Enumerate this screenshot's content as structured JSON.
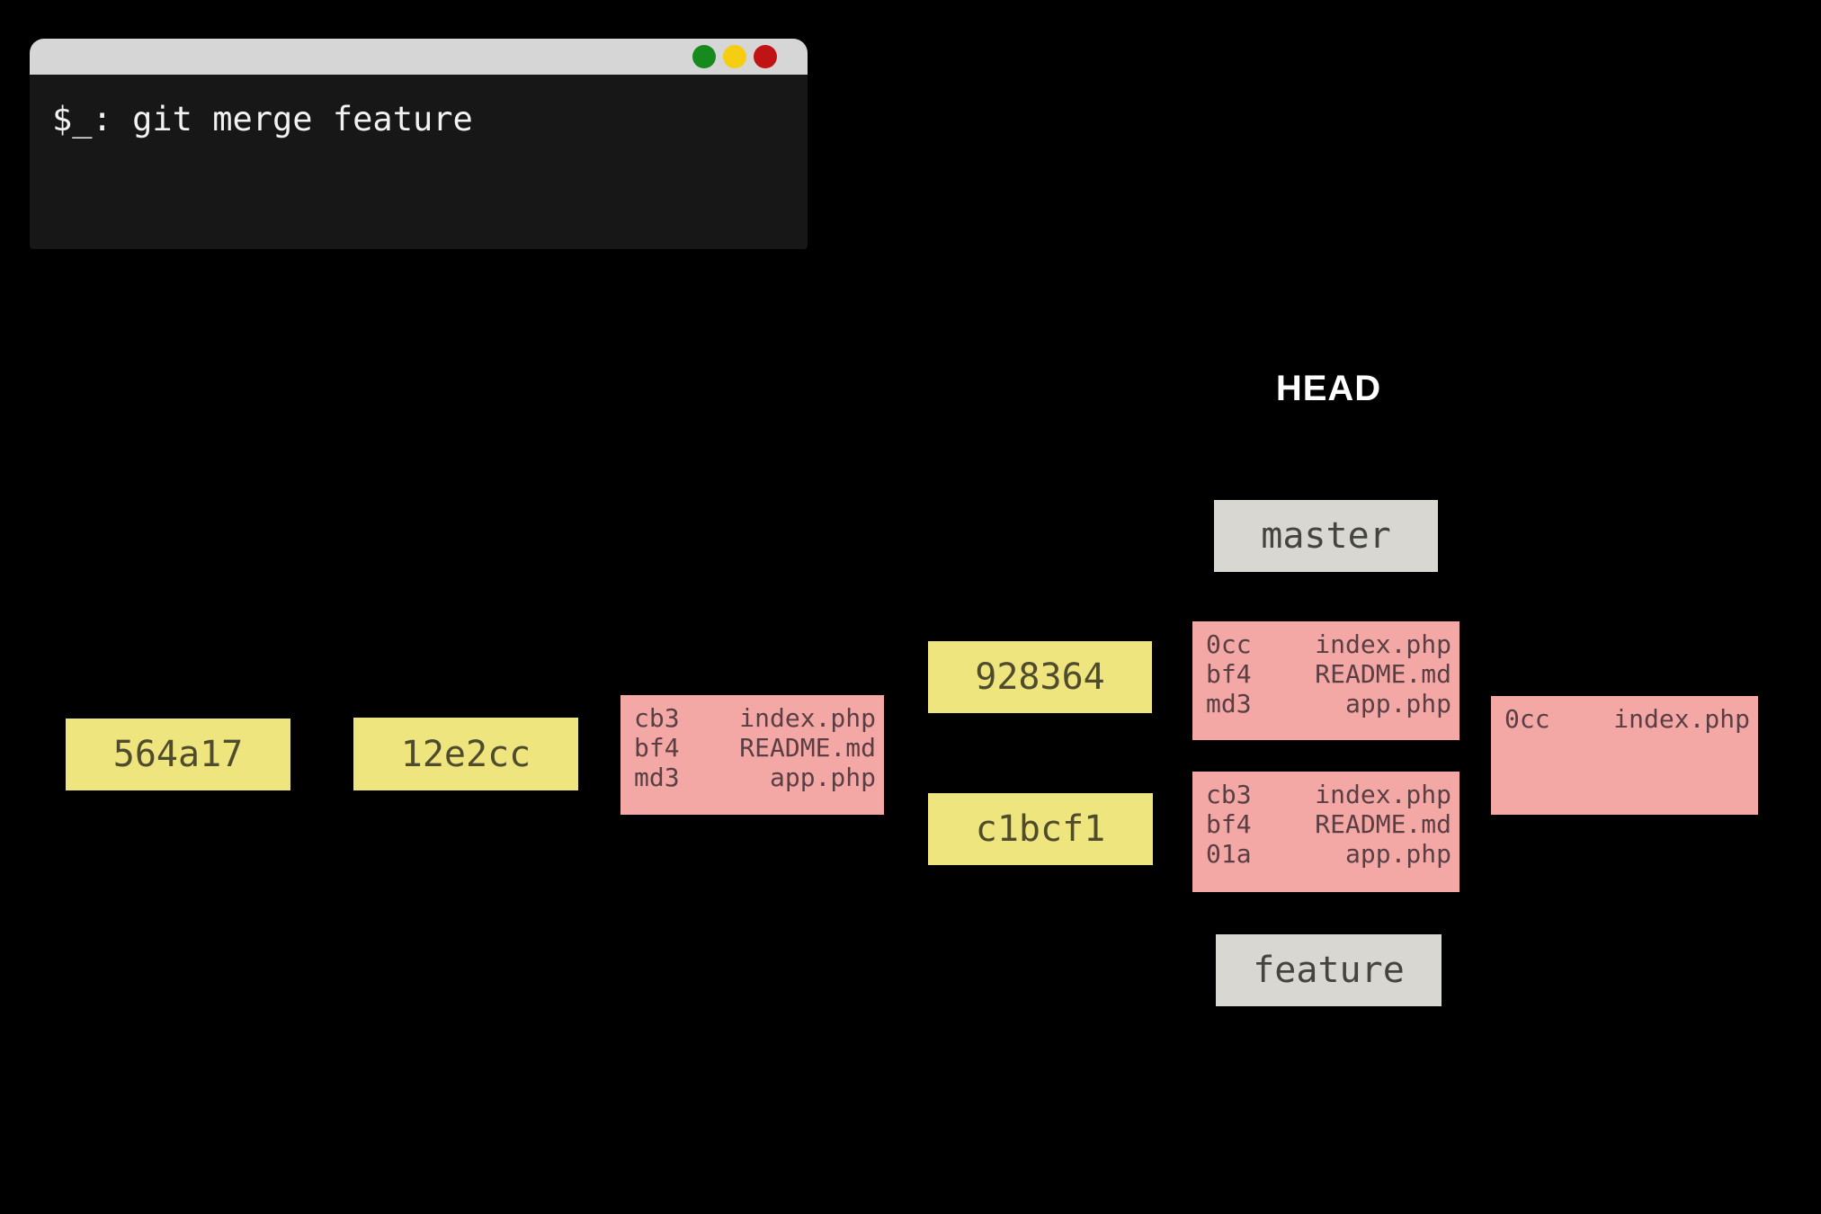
{
  "terminal": {
    "command": "$_: git merge feature",
    "traffic_lights": [
      "green-light",
      "yellow-light",
      "red-light"
    ],
    "colors": {
      "green": "#168a1c",
      "yellow": "#f5cd13",
      "red": "#c01414",
      "titlebar": "#d6d6d6",
      "body": "#171717"
    }
  },
  "labels": {
    "head": "HEAD"
  },
  "branches": {
    "master": "master",
    "feature": "feature"
  },
  "commits": [
    {
      "hash": "564a17"
    },
    {
      "hash": "12e2cc"
    },
    {
      "hash": "928364"
    },
    {
      "hash": "c1bcf1"
    }
  ],
  "trees": {
    "base": {
      "rows": [
        {
          "hash": "cb3",
          "file": "index.php"
        },
        {
          "hash": "bf4",
          "file": "README.md"
        },
        {
          "hash": "md3",
          "file": "app.php"
        }
      ]
    },
    "master": {
      "rows": [
        {
          "hash": "0cc",
          "file": "index.php"
        },
        {
          "hash": "bf4",
          "file": "README.md"
        },
        {
          "hash": "md3",
          "file": "app.php"
        }
      ]
    },
    "feature": {
      "rows": [
        {
          "hash": "cb3",
          "file": "index.php"
        },
        {
          "hash": "bf4",
          "file": "README.md"
        },
        {
          "hash": "01a",
          "file": "app.php"
        }
      ]
    },
    "merge": {
      "rows": [
        {
          "hash": "0cc",
          "file": "index.php"
        }
      ]
    }
  },
  "colors": {
    "background": "#000000",
    "commit_box": "#efe57e",
    "commit_text": "#4f4b2d",
    "tree_box": "#f4a8a6",
    "tree_text": "#593f44",
    "branch_box": "#d8d7d2",
    "branch_text": "#454540",
    "head_text": "#ffffff"
  }
}
